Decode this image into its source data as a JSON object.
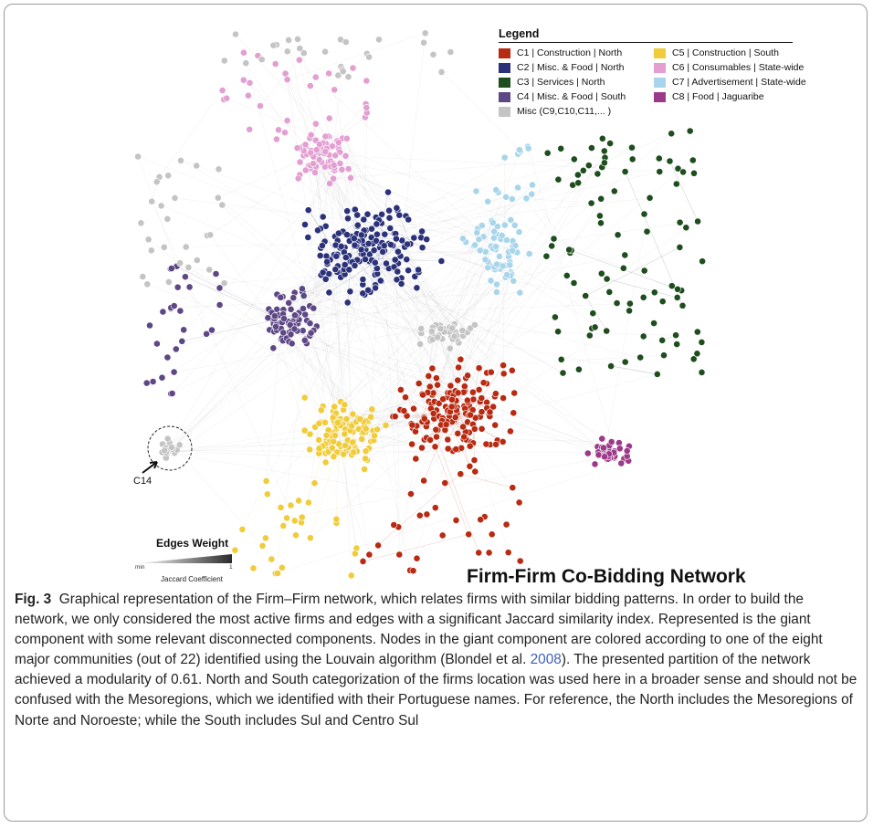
{
  "legend": {
    "title": "Legend",
    "items": [
      {
        "label": "C1 | Construction | North",
        "color": "#b82a12"
      },
      {
        "label": "C5 | Construction | South",
        "color": "#f0cc3a"
      },
      {
        "label": "C2 | Misc. & Food | North",
        "color": "#2b3279"
      },
      {
        "label": "C6 | Consumables | State-wide",
        "color": "#e39fd2"
      },
      {
        "label": "C3 | Services | North",
        "color": "#1e4d1e"
      },
      {
        "label": "C7 | Advertisement | State-wide",
        "color": "#a9d5ea"
      },
      {
        "label": "C4 | Misc. & Food | South",
        "color": "#5e4785"
      },
      {
        "label": "C8 | Food | Jaguaribe",
        "color": "#9c3a8a"
      },
      {
        "label": "Misc (C9,C10,C11,... )",
        "color": "#c4c4c4"
      }
    ]
  },
  "edges_weight": {
    "title": "Edges Weight",
    "min_label": "min",
    "max_label": "1",
    "subtitle": "Jaccard Coefficient"
  },
  "c14_label": "C14",
  "network_title": "Firm-Firm Co-Bidding Network",
  "caption": {
    "label": "Fig. 3",
    "text_before_link": "Graphical representation of the Firm–Firm network, which relates firms with similar bidding patterns. In order to build the network, we only considered the most active firms and edges with a significant Jaccard similarity index. Represented is the giant component with some relevant disconnected components. Nodes in the giant component are colored according to one of the eight major communities (out of 22) identified using the Louvain algorithm (Blondel et al. ",
    "link_text": "2008",
    "text_after_link": "). The presented partition of the network achieved a modularity of 0.61. North and South categorization of the firms location was used here in a broader sense and should not be confused with the Mesoregions, which we identified with their Portuguese names. For reference, the North includes the Mesoregions of Norte and Noroeste; while the South includes Sul and Centro Sul"
  }
}
